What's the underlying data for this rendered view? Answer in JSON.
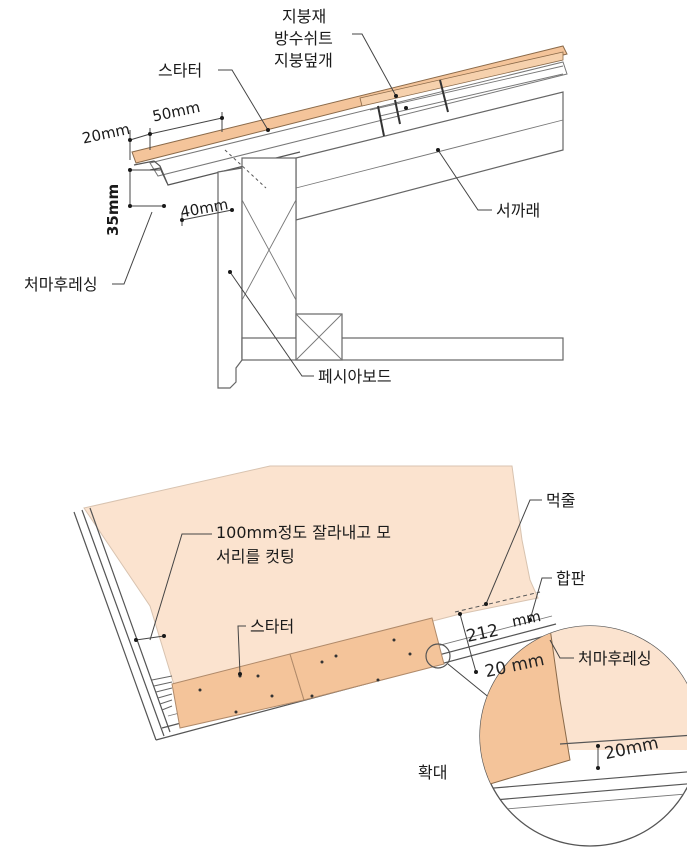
{
  "top_diagram": {
    "labels": {
      "roofing": "지붕재",
      "waterproof_sheet": "방수쉬트",
      "roof_deck": "지붕덮개",
      "starter": "스타터",
      "rafter": "서까래",
      "drip_edge": "처마후레싱",
      "fascia_board": "페시아보드"
    },
    "dimensions": {
      "overhang": "20mm",
      "starter_width": "50mm",
      "flashing_height": "35mm",
      "flashing_depth": "40mm"
    }
  },
  "bottom_diagram": {
    "labels": {
      "cut_note_line1": "100mm정도 잘라내고 모",
      "cut_note_line2": "서리를 컷팅",
      "starter": "스타터",
      "chalk_line": "먹줄",
      "plywood": "합판",
      "drip_edge": "처마후레싱",
      "zoom": "확대"
    },
    "dimensions": {
      "chalk_offset_value": "212",
      "chalk_offset_unit": "mm",
      "overhang": "20 mm",
      "detail_overhang": "20mm"
    }
  },
  "colors": {
    "starter": "#f4c49a",
    "deck": "#fbe3cf",
    "line": "#555555"
  }
}
